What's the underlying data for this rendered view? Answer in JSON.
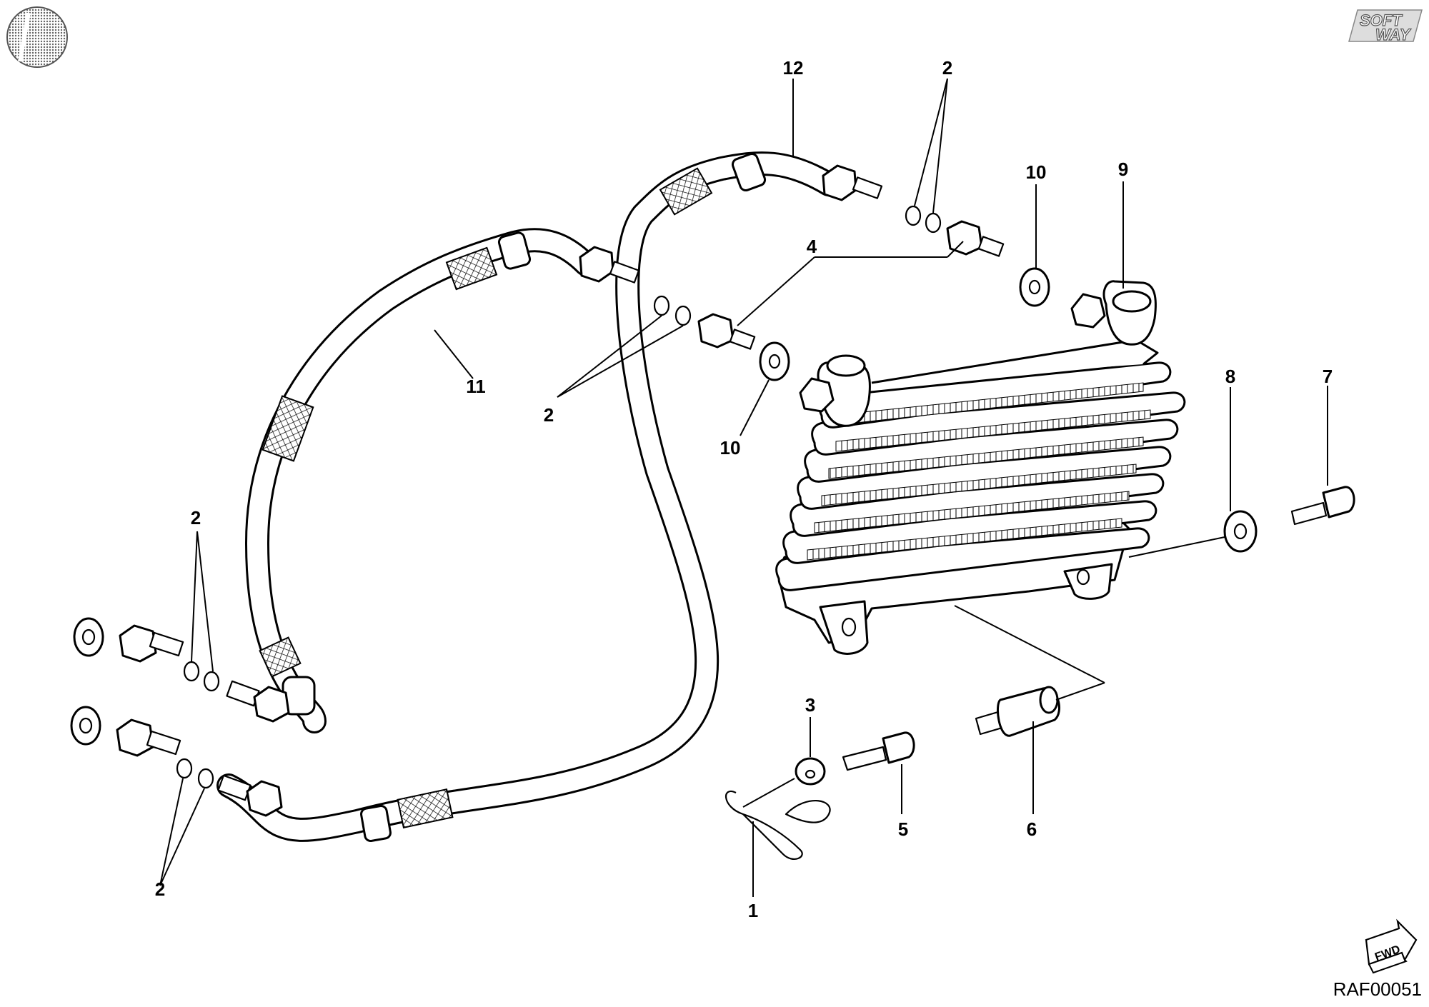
{
  "diagram": {
    "drawing_code": "RAF00051",
    "logo": {
      "line1": "SOFT",
      "line2": "WAY"
    },
    "direction_marker": "FWD",
    "callouts": [
      {
        "id": "c12",
        "label": "12",
        "part": "oil hose (upper)"
      },
      {
        "id": "c2a",
        "label": "2",
        "part": "sealing ring"
      },
      {
        "id": "c10a",
        "label": "10",
        "part": "washer"
      },
      {
        "id": "c9",
        "label": "9",
        "part": "oil cooler"
      },
      {
        "id": "c4",
        "label": "4",
        "part": "union"
      },
      {
        "id": "c11",
        "label": "11",
        "part": "oil hose (lower)"
      },
      {
        "id": "c2b",
        "label": "2",
        "part": "sealing ring"
      },
      {
        "id": "c10b",
        "label": "10",
        "part": "washer"
      },
      {
        "id": "c8",
        "label": "8",
        "part": "washer"
      },
      {
        "id": "c7",
        "label": "7",
        "part": "screw"
      },
      {
        "id": "c2c",
        "label": "2",
        "part": "sealing ring"
      },
      {
        "id": "c3",
        "label": "3",
        "part": "washer"
      },
      {
        "id": "c5",
        "label": "5",
        "part": "screw"
      },
      {
        "id": "c6",
        "label": "6",
        "part": "spacer"
      },
      {
        "id": "c2d",
        "label": "2",
        "part": "sealing ring"
      },
      {
        "id": "c1",
        "label": "1",
        "part": "clip"
      }
    ]
  },
  "colors": {
    "ink": "#000000",
    "paper": "#ffffff",
    "logo_grey": "#888888"
  },
  "icons": {
    "corner_logo": "circle-logo-icon",
    "brand": "softway-logo",
    "fwd": "fwd-arrow-icon"
  }
}
